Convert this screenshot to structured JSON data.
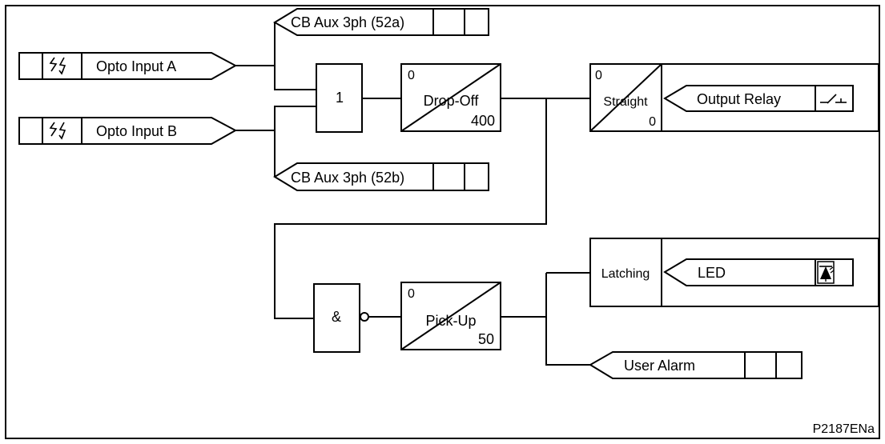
{
  "inputs": {
    "opto_a": "Opto Input A",
    "opto_b": "Opto Input B"
  },
  "signals": {
    "cb_aux_52a": "CB Aux 3ph (52a)",
    "cb_aux_52b": "CB Aux 3ph (52b)"
  },
  "gates": {
    "or_label": "1",
    "and_label": "&"
  },
  "conditioners": {
    "dropoff": {
      "label": "Drop-Off",
      "top": "0",
      "bottom": "400"
    },
    "pickup": {
      "label": "Pick-Up",
      "top": "0",
      "bottom": "50"
    },
    "straight": {
      "label": "Straight",
      "top": "0",
      "bottom": "0"
    },
    "latching": {
      "label": "Latching"
    }
  },
  "outputs": {
    "output_relay": "Output Relay",
    "led": "LED",
    "user_alarm": "User Alarm"
  },
  "figure_ref": "P2187ENa",
  "icons": {
    "opto": "opto-input-icon",
    "relay": "relay-contact-icon",
    "led": "led-icon"
  }
}
